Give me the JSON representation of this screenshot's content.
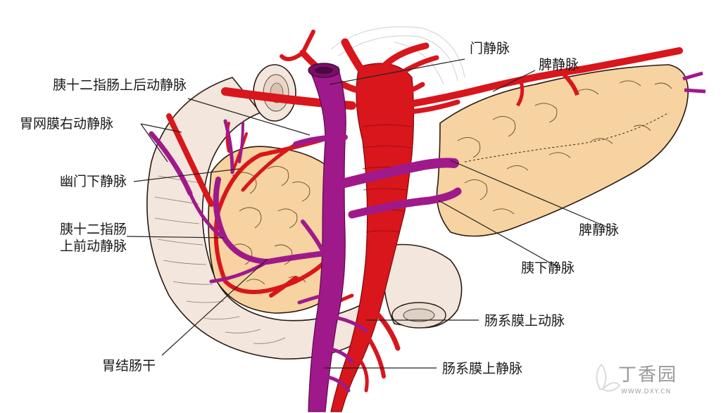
{
  "labels": {
    "portal_vein": "门静脉",
    "splenic_vein_upper": "脾静脉",
    "post_sup_pd_vessels": "胰十二指肠上后动静脉",
    "right_gastroepiploic": "胃网膜右动静脉",
    "infrapyloric_vein": "幽门下静脉",
    "ant_sup_pd_line1": "胰十二指肠",
    "ant_sup_pd_line2": "上前动静脉",
    "splenic_vein_lower": "脾静脉",
    "inferior_pancreatic_vein": "胰下静脉",
    "sma": "肠系膜上动脉",
    "gastrocolic_trunk": "胃结肠干",
    "smv": "肠系膜上静脉"
  },
  "watermark": {
    "brand": "丁香园",
    "url": "WWW.DXY.CN"
  },
  "colors": {
    "artery": "#d8161c",
    "vein": "#a0198a",
    "pancreas": "#f6d3a0",
    "bowel": "#f3e6dd",
    "outline": "#2a1a12"
  }
}
